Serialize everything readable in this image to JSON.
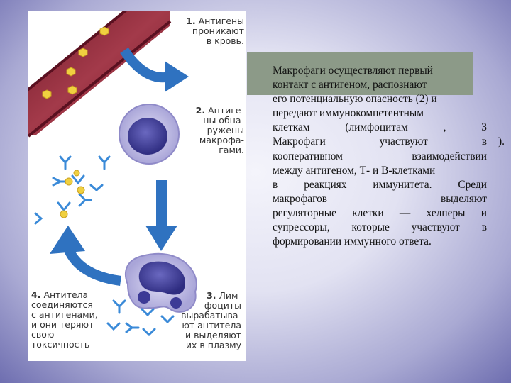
{
  "figure": {
    "captions": {
      "step1": {
        "num": "1.",
        "lines": [
          "Антигены",
          "проникают",
          "в кровь."
        ]
      },
      "step2": {
        "num": "2.",
        "lines": [
          "Антиге-",
          "ны обна-",
          "ружены",
          "макрофа-",
          "гами."
        ]
      },
      "step3": {
        "num": "3.",
        "lines": [
          "Лим-",
          "фоциты",
          "вырабатыва-",
          "ют антитела",
          "и выделяют",
          "их в плазму"
        ]
      },
      "step4": {
        "num": "4.",
        "lines": [
          "Антитела",
          "соединяются",
          "с антигенами,",
          "и они теряют",
          "свою",
          "токсичность"
        ]
      }
    },
    "colors": {
      "vessel": "#8a2434",
      "arrow": "#2f72c0",
      "antigen": "#f0d040",
      "antibody": "#3a8ad8",
      "cell_membrane": "#a9a5d8",
      "nucleus": "#3c3a96"
    }
  },
  "text": {
    "lines": [
      "Макрофаги осуществляют первый",
      "контакт с антигеном, распознают",
      "его потенциальную опасность (2) и",
      "передают иммунокомпетентным",
      "клеткам (лимфоцитам , 3",
      "Макрофаги участвуют в",
      "кооперативном взаимодействии",
      "между антигеном, Т- и В-клетками",
      "в реакциях иммунитета. Среди",
      "макрофагов выделяют",
      "регуляторные клетки — хелперы и",
      "супрессоры, которые участвуют в",
      "формировании иммунного ответа."
    ],
    "stray": ")."
  }
}
